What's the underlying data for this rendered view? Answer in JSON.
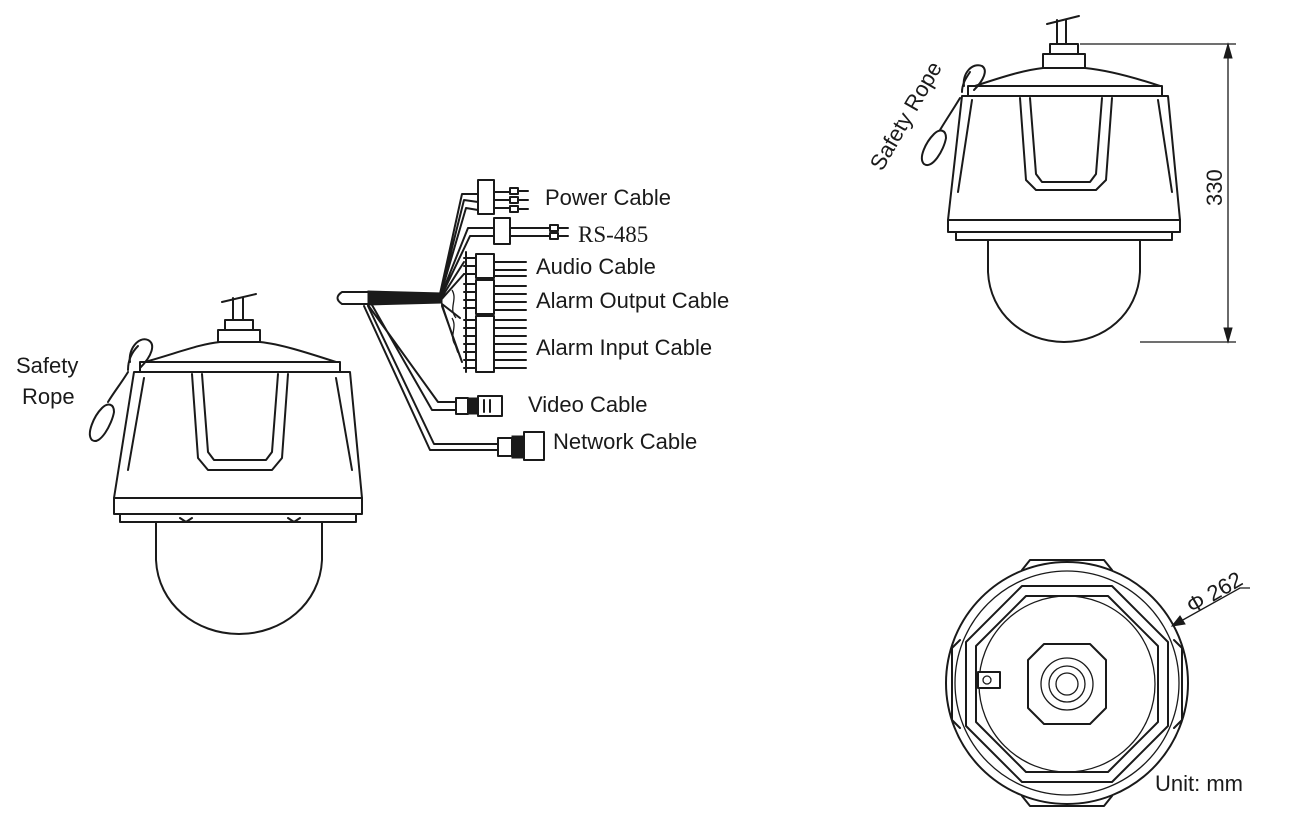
{
  "labels": {
    "safety_rope_left_line1": "Safety",
    "safety_rope_left_line2": "Rope",
    "safety_rope_right": "Safety Rope",
    "power_cable": "Power Cable",
    "rs485": "RS-485",
    "audio_cable": "Audio Cable",
    "alarm_output_cable": "Alarm Output Cable",
    "alarm_input_cable": "Alarm Input Cable",
    "video_cable": "Video Cable",
    "network_cable": "Network Cable",
    "height_dimension": "330",
    "diameter_dimension": "Φ 262",
    "unit": "Unit: mm"
  }
}
